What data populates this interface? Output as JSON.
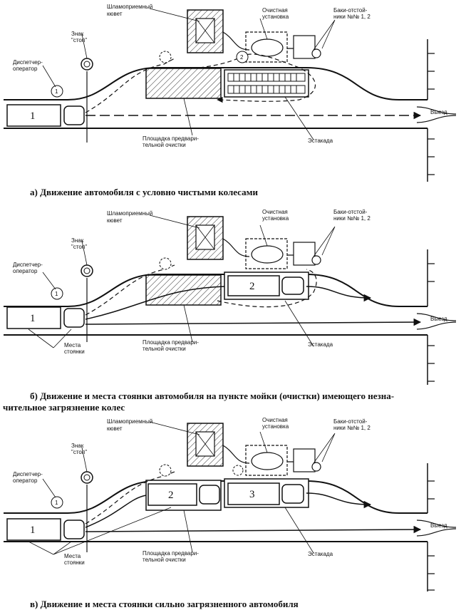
{
  "panels": [
    {
      "caption": "а) Движение автомобиля с условно чистыми колесами",
      "labels": {
        "sump": "Шламоприемный",
        "sump2": "кювет",
        "plant": "Очистная",
        "plant2": "установка",
        "tanks": "Баки-отстой-",
        "tanks2": "ники №№ 1, 2",
        "sign": "Знак",
        "sign2": "\"стоп\"",
        "operator": "Диспетчер-",
        "operator2": "оператор",
        "pad": "Площадка предвари-",
        "pad2": "тельной очистки",
        "trestle": "Эстакада",
        "exit": "Выезд"
      },
      "vehicles": [
        "1"
      ],
      "markers": [
        "1",
        "2"
      ]
    },
    {
      "caption": "б) Движение и места стоянки автомобиля на пункте мойки (очистки) имеющего незна-",
      "caption2": "чительное загрязнение колес",
      "labels": {
        "sump": "Шламоприемный",
        "sump2": "кювет",
        "plant": "Очистная",
        "plant2": "установка",
        "tanks": "Баки-отстой-",
        "tanks2": "ники №№ 1, 2",
        "sign": "Знак",
        "sign2": "\"стоп\"",
        "operator": "Диспетчер-",
        "operator2": "оператор",
        "parking": "Места",
        "parking2": "стоянки",
        "pad": "Площадка предвари-",
        "pad2": "тельной очистки",
        "trestle": "Эстакада",
        "exit": "Выезд"
      },
      "vehicles": [
        "1",
        "2"
      ],
      "markers": [
        "1"
      ]
    },
    {
      "caption": "в) Движение и места стоянки сильно загрязненного автомобиля",
      "labels": {
        "sump": "Шламоприемный",
        "sump2": "кювет",
        "plant": "Очистная",
        "plant2": "установка",
        "tanks": "Баки-отстой-",
        "tanks2": "ники №№ 1, 2",
        "sign": "Знак",
        "sign2": "\"стоп\"",
        "operator": "Диспетчер-",
        "operator2": "оператор",
        "parking": "Места",
        "parking2": "стоянки",
        "pad": "Площадка предвари-",
        "pad2": "тельной очистки",
        "trestle": "Эстакада",
        "exit": "Выезд"
      },
      "vehicles": [
        "1",
        "2",
        "3"
      ],
      "markers": [
        "1"
      ]
    }
  ]
}
